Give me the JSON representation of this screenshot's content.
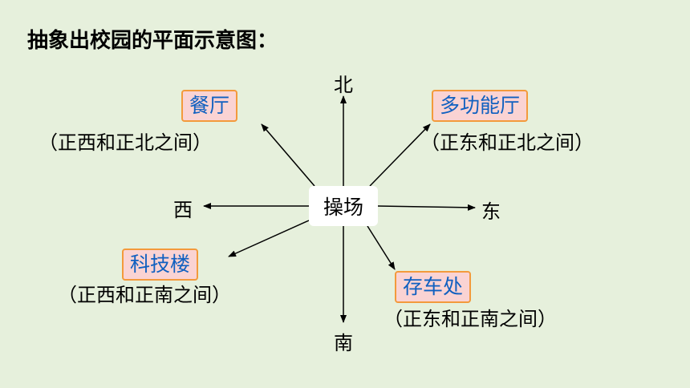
{
  "title": "抽象出校园的平面示意图：",
  "center": "操场",
  "directions": {
    "north": "北",
    "south": "南",
    "east": "东",
    "west": "西"
  },
  "locations": {
    "canteen": {
      "label": "餐厅",
      "note": "（正西和正北之间）"
    },
    "multi_hall": {
      "label": "多功能厅",
      "note": "（正东和正北之间）"
    },
    "science_building": {
      "label": "科技楼",
      "note": "（正西和正南之间）"
    },
    "parking": {
      "label": "存车处",
      "note": "（正东和正南之间）"
    }
  },
  "colors": {
    "background": "#e6f0dc",
    "label_fill": "#fad3d3",
    "label_border": "#f39a3c",
    "label_text": "#1060c0"
  }
}
